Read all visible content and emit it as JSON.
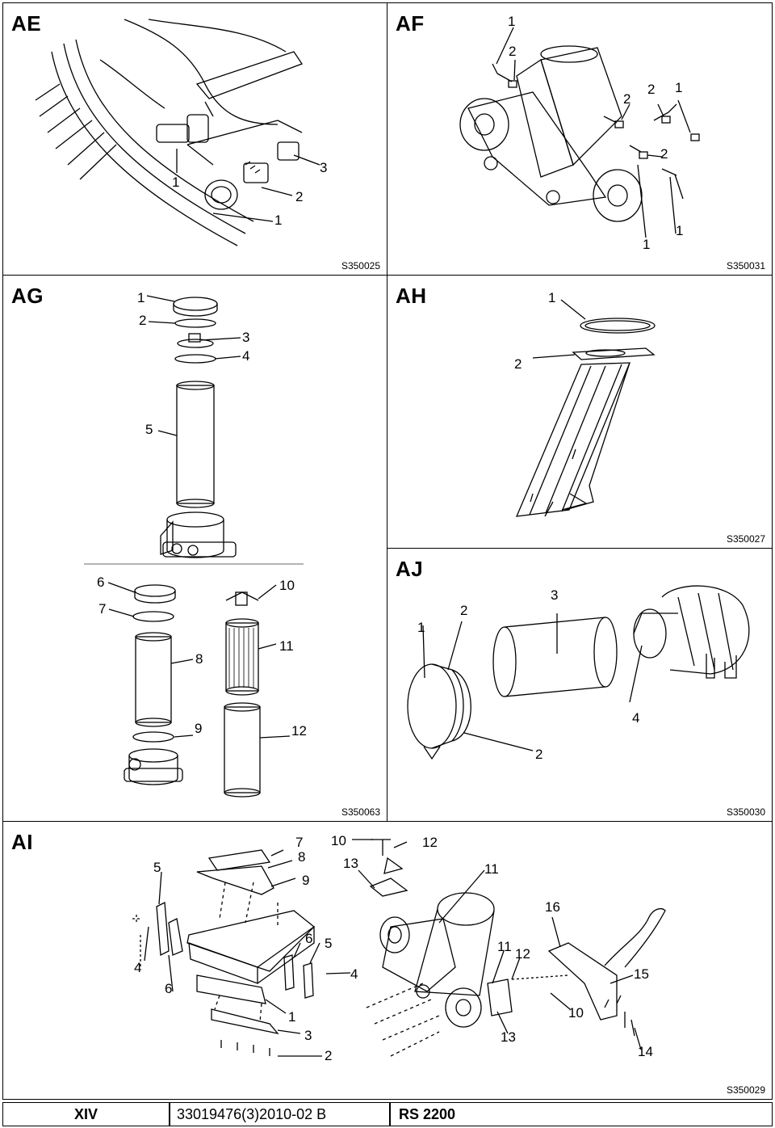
{
  "panels": {
    "AE": {
      "label": "AE",
      "code": "S350025",
      "callouts": [
        "1",
        "1",
        "2",
        "3"
      ]
    },
    "AF": {
      "label": "AF",
      "code": "S350031",
      "callouts": [
        "1",
        "2",
        "2",
        "2",
        "1",
        "2",
        "1",
        "1"
      ]
    },
    "AG": {
      "label": "AG",
      "code": "S350063",
      "callouts": [
        "1",
        "2",
        "3",
        "4",
        "5",
        "6",
        "7",
        "8",
        "9",
        "10",
        "11",
        "12"
      ]
    },
    "AH": {
      "label": "AH",
      "code": "S350027",
      "callouts": [
        "1",
        "2"
      ]
    },
    "AJ": {
      "label": "AJ",
      "code": "S350030",
      "callouts": [
        "1",
        "2",
        "3",
        "4",
        "2"
      ]
    },
    "AI": {
      "label": "AI",
      "code": "S350029",
      "callouts": [
        "5",
        "4",
        "6",
        "7",
        "8",
        "9",
        "6",
        "5",
        "4",
        "1",
        "3",
        "2",
        "10",
        "12",
        "13",
        "11",
        "16",
        "11",
        "12",
        "15",
        "10",
        "13",
        "14"
      ]
    }
  },
  "footer": {
    "page": "XIV",
    "doc": "33019476(3)2010-02 B",
    "model": "RS 2200"
  }
}
